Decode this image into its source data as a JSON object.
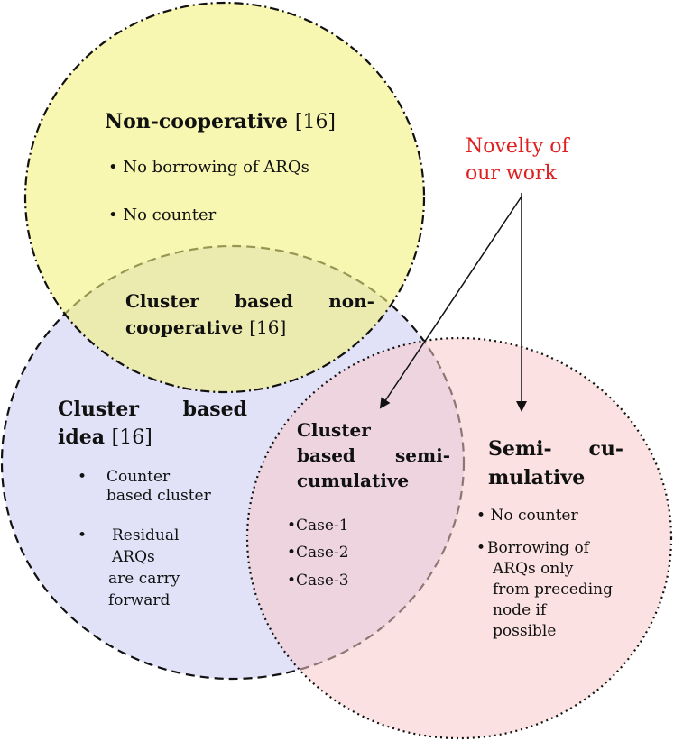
{
  "colors": {
    "yellow_fill": "#f7f59a",
    "blue_fill": "#dfe0f8",
    "pink_fill": "#fbdede",
    "novelty_text": "#e02020",
    "outline": "#111111"
  },
  "non_coop": {
    "title": "Non-cooperative",
    "cite": "[16]",
    "items": [
      "No borrowing of ARQs",
      "No counter"
    ]
  },
  "cluster_non_coop": {
    "line1": "Cluster based non-",
    "line2_bold": "cooperative",
    "cite": "[16]"
  },
  "cluster_idea": {
    "line1": "Cluster based",
    "line2_bold": "idea",
    "cite": "[16]",
    "item1": [
      "Counter",
      "based cluster"
    ],
    "item2": [
      "Residual",
      "ARQs",
      "are carry",
      "forward"
    ]
  },
  "cluster_semi": {
    "line1": "Cluster",
    "line2": "based semi-",
    "line3": "cumulative",
    "cases": [
      "Case-1",
      "Case-2",
      "Case-3"
    ]
  },
  "semi_cumulative": {
    "line1": "Semi- cu-",
    "line2": "mulative",
    "item1": "No counter",
    "item2": [
      "Borrowing of",
      "ARQs only",
      "from preceding",
      "node if",
      "possible"
    ]
  },
  "novelty": {
    "line1": "Novelty of",
    "line2": "our work"
  },
  "bullet_char": "•"
}
